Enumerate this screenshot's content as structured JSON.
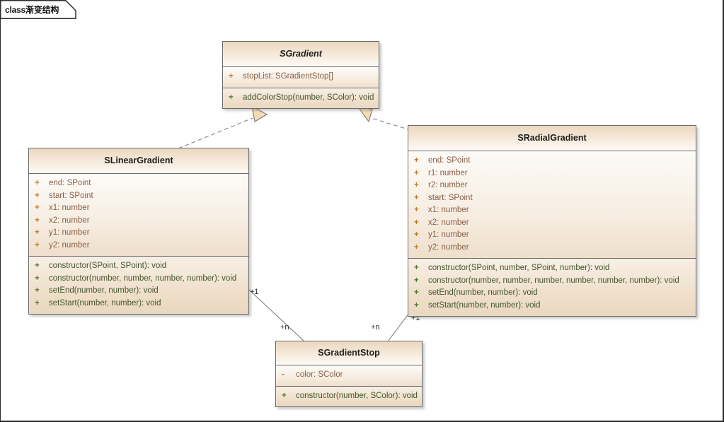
{
  "frame": {
    "keyword": "class",
    "name": "渐变结构",
    "label": "class渐变结构"
  },
  "classes": [
    {
      "id": "sgradient",
      "name": "SGradient",
      "abstract": true,
      "attributes": [
        {
          "visibility": "+",
          "text": "stopList: SGradientStop[]"
        }
      ],
      "operations": [
        {
          "visibility": "+",
          "text": "addColorStop(number, SColor): void"
        }
      ]
    },
    {
      "id": "slineargradient",
      "name": "SLinearGradient",
      "abstract": false,
      "attributes": [
        {
          "visibility": "+",
          "text": "end: SPoint"
        },
        {
          "visibility": "+",
          "text": "start: SPoint"
        },
        {
          "visibility": "+",
          "text": "x1: number"
        },
        {
          "visibility": "+",
          "text": "x2: number"
        },
        {
          "visibility": "+",
          "text": "y1: number"
        },
        {
          "visibility": "+",
          "text": "y2: number"
        }
      ],
      "operations": [
        {
          "visibility": "+",
          "text": "constructor(SPoint, SPoint): void"
        },
        {
          "visibility": "+",
          "text": "constructor(number, number, number, number): void"
        },
        {
          "visibility": "+",
          "text": "setEnd(number, number): void"
        },
        {
          "visibility": "+",
          "text": "setStart(number, number): void"
        }
      ]
    },
    {
      "id": "sradialgradient",
      "name": "SRadialGradient",
      "abstract": false,
      "attributes": [
        {
          "visibility": "+",
          "text": "end: SPoint"
        },
        {
          "visibility": "+",
          "text": "r1: number"
        },
        {
          "visibility": "+",
          "text": "r2: number"
        },
        {
          "visibility": "+",
          "text": "start: SPoint"
        },
        {
          "visibility": "+",
          "text": "x1: number"
        },
        {
          "visibility": "+",
          "text": "x2: number"
        },
        {
          "visibility": "+",
          "text": "y1: number"
        },
        {
          "visibility": "+",
          "text": "y2: number"
        }
      ],
      "operations": [
        {
          "visibility": "+",
          "text": "constructor(SPoint, number, SPoint, number): void"
        },
        {
          "visibility": "+",
          "text": "constructor(number, number, number, number, number, number): void"
        },
        {
          "visibility": "+",
          "text": "setEnd(number, number): void"
        },
        {
          "visibility": "+",
          "text": "setStart(number, number): void"
        }
      ]
    },
    {
      "id": "sgradientstop",
      "name": "SGradientStop",
      "abstract": false,
      "attributes": [
        {
          "visibility": "-",
          "text": "color: SColor"
        }
      ],
      "operations": [
        {
          "visibility": "+",
          "text": "constructor(number, SColor): void"
        }
      ]
    }
  ],
  "relations": [
    {
      "id": "realize-linear",
      "type": "realization",
      "from": "SLinearGradient",
      "to": "SGradient",
      "style": "dashed-hollow-triangle"
    },
    {
      "id": "realize-radial",
      "type": "realization",
      "from": "SRadialGradient",
      "to": "SGradient",
      "style": "dashed-hollow-triangle"
    },
    {
      "id": "assoc-linear-stop",
      "type": "association",
      "from": "SLinearGradient",
      "to": "SGradientStop",
      "source_multiplicity": "+1",
      "target_multiplicity": "+n"
    },
    {
      "id": "assoc-radial-stop",
      "type": "association",
      "from": "SRadialGradient",
      "to": "SGradientStop",
      "source_multiplicity": "+1",
      "target_multiplicity": "+n"
    }
  ],
  "multiplicity_labels": {
    "linear_one": "+1",
    "linear_many": "+n",
    "radial_one": "+1",
    "radial_many": "+n"
  },
  "colors": {
    "class_fill": "#f0ddc7",
    "class_border": "#6b6b6b",
    "attribute_text": "#8a5f45",
    "operation_text": "#44562f",
    "arrow_fill": "#f5dcb4",
    "connector": "#8c8c8c",
    "frame_border": "#2b2b2b",
    "canvas_bg": "#ffffff"
  }
}
